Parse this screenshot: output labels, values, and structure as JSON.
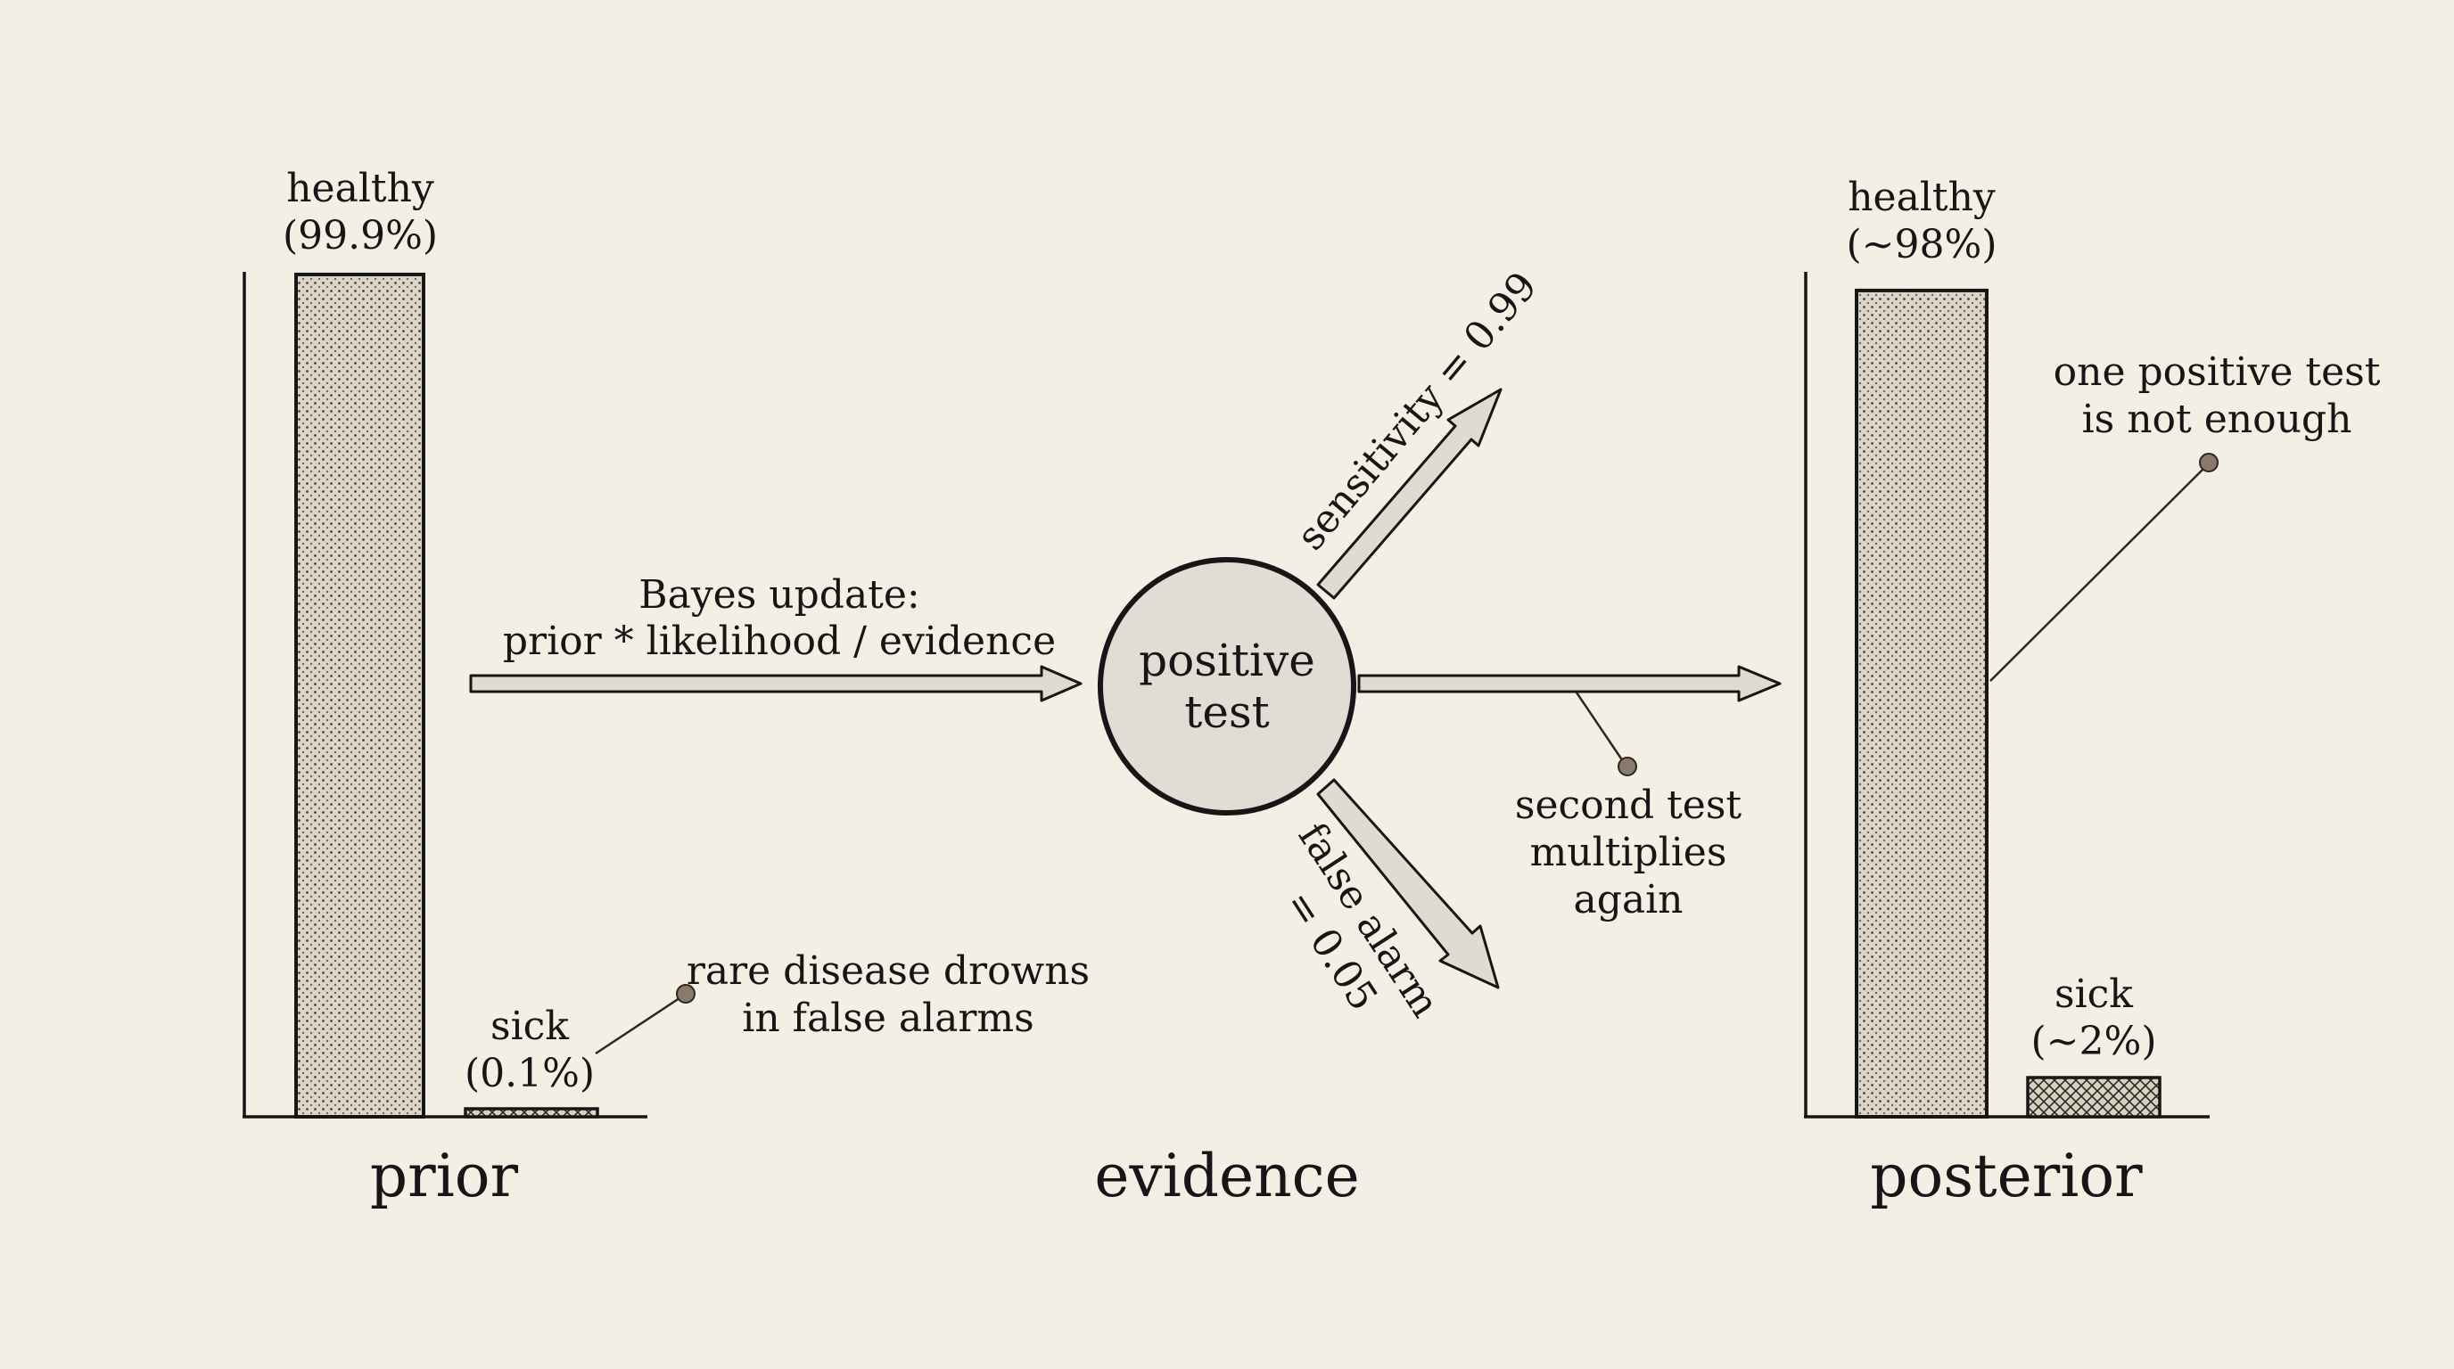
{
  "prior": {
    "healthy": {
      "name": "healthy",
      "value_text": "(99.9%)",
      "value": 99.9
    },
    "sick": {
      "name": "sick",
      "value_text": "(0.1%)",
      "value": 0.1
    },
    "annotation": [
      "rare disease drowns",
      "in false alarms"
    ],
    "caption": "prior"
  },
  "update": {
    "label": [
      "Bayes update:",
      "prior * likelihood / evidence"
    ]
  },
  "evidence": {
    "node": [
      "positive",
      "test"
    ],
    "sensitivity": "sensitivity = 0.99",
    "false_alarm": [
      "false alarm",
      "= 0.05"
    ],
    "caption": "evidence"
  },
  "second_test": [
    "second test",
    "multiplies",
    "again"
  ],
  "posterior": {
    "healthy": {
      "name": "healthy",
      "value_text": "(~98%)",
      "value": 98
    },
    "sick": {
      "name": "sick",
      "value_text": "(~2%)",
      "value": 2
    },
    "annotation": [
      "one positive test",
      "is not enough"
    ],
    "caption": "posterior"
  },
  "colors": {
    "paper": "#f3efe4",
    "ink": "#161616",
    "bar_fill": "#ddd6c8",
    "node_fill": "#e1ddd4",
    "arrow_fill": "#e0dbd0",
    "marker": "#8a7a6c"
  }
}
